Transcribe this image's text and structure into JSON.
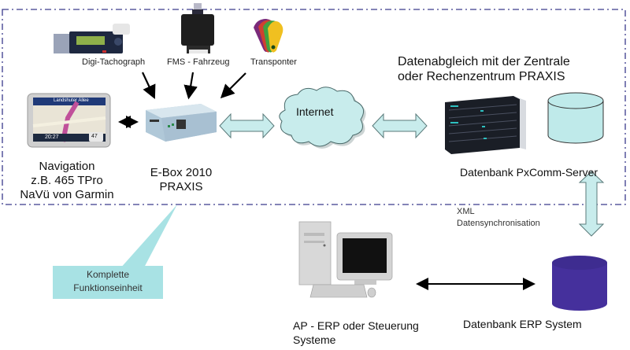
{
  "diagram": {
    "title_top_right": [
      "Datenabgleich mit der Zentrale",
      "oder Rechenzentrum PRAXIS"
    ],
    "devices": {
      "tachograph": "Digi-Tachograph",
      "fms": "FMS - Fahrzeug",
      "transponder": "Transponter",
      "navigation": [
        "Navigation",
        "z.B. 465 TPro",
        "NaVü von Garmin"
      ],
      "ebox": [
        "E-Box 2010",
        "PRAXIS"
      ],
      "gps_screen": {
        "street": "Landshuter Allee",
        "time": "20:27",
        "speed": "47"
      }
    },
    "internet_label": "Internet",
    "server_label": "Datenbank PxComm-Server",
    "xml_label": [
      "XML",
      "Datensynchronisation"
    ],
    "erp_db_label": "Datenbank ERP System",
    "erp_client_label": [
      "AP - ERP oder Steuerung",
      "Systeme"
    ],
    "callout": [
      "Komplette",
      "Funktionseinheit"
    ],
    "colors": {
      "boundary": "#3a3a8c",
      "arrow_fill": "#c8ecec",
      "arrow_stroke": "#5a7a7a",
      "cloud_fill": "#c8ecec",
      "db_server_fill": "#bfeaea",
      "db_erp_fill": "#45309c",
      "callout_fill": "#a8e2e4"
    }
  }
}
